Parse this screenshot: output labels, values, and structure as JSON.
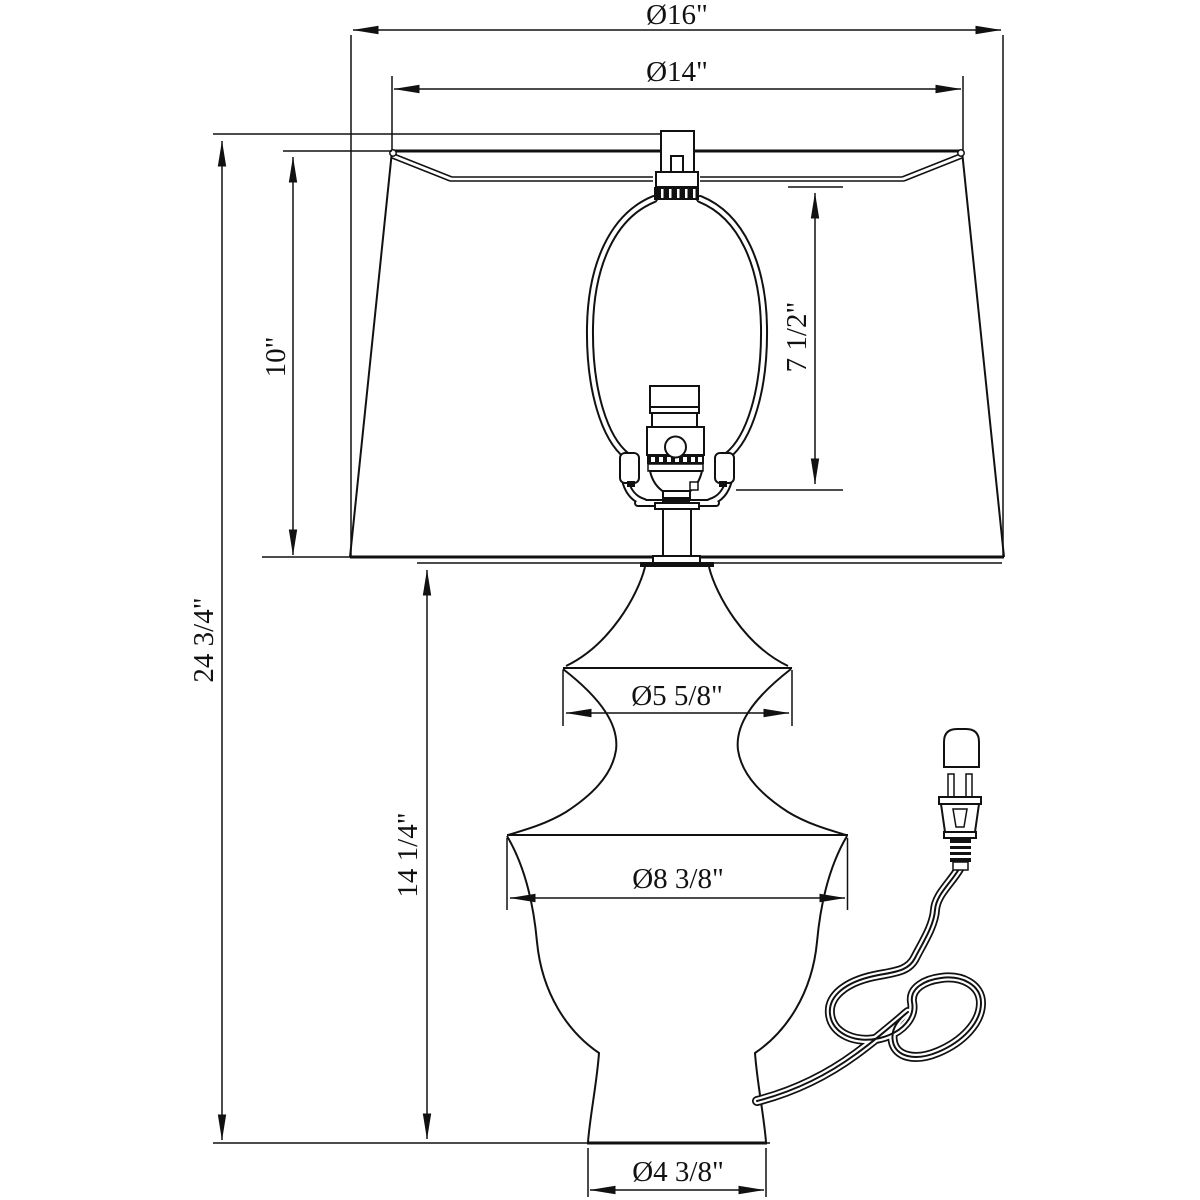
{
  "figure": {
    "kind": "technical-line-drawing",
    "subject": "Table lamp elevation with empire shade, harp, socket, turned body, power cord and two-prong plug",
    "background_color": "#ffffff",
    "line_color": "#111111"
  },
  "labels": {
    "shade_bottom_diameter": "Ø16\"",
    "shade_top_diameter": "Ø14\"",
    "shade_height": "10\"",
    "harp_height": "7 1/2\"",
    "overall_height": "24 3/4\"",
    "body_height": "14 1/4\"",
    "neck_diameter": "Ø5 5/8\"",
    "body_diameter": "Ø8 3/8\"",
    "base_diameter": "Ø4 3/8\""
  }
}
